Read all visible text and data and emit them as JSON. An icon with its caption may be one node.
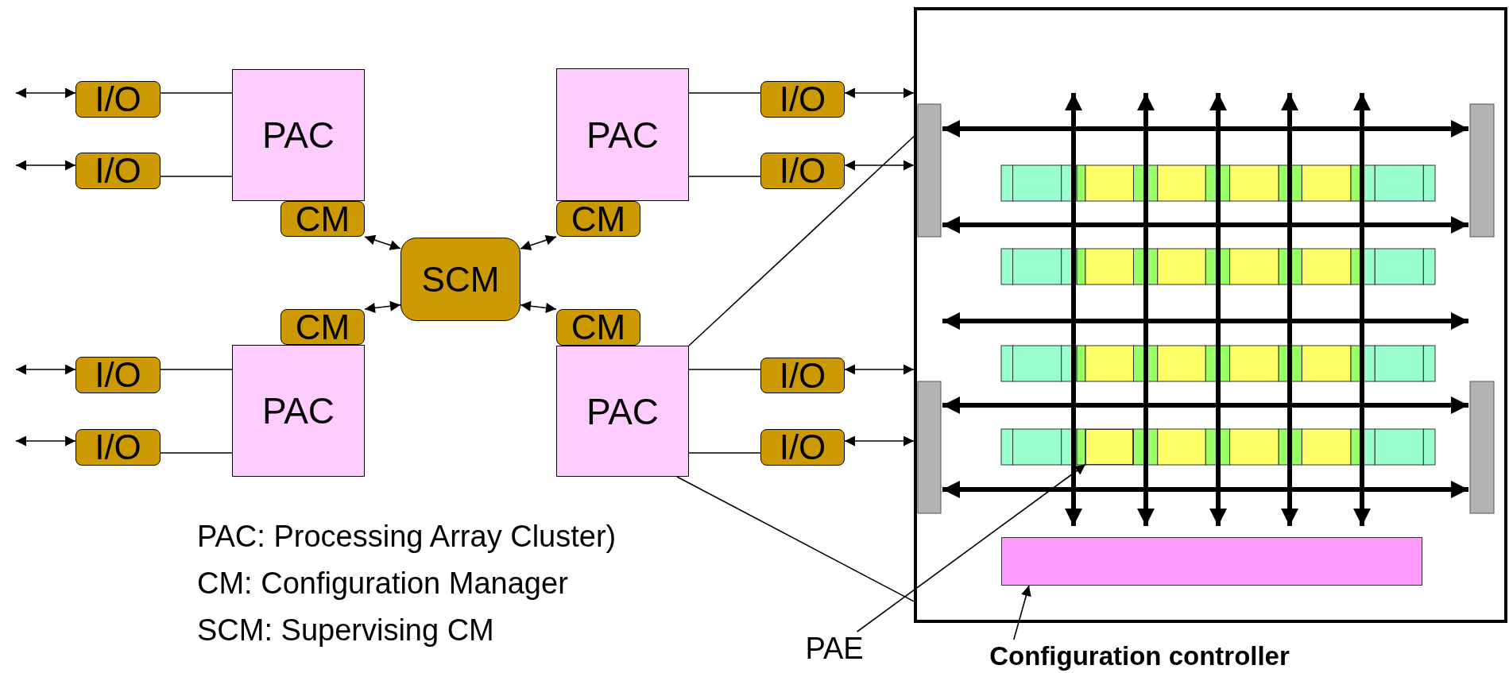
{
  "diagram": {
    "nodes": [
      {
        "text": [
          "I/O"
        ]
      },
      {
        "text": [
          "I/O"
        ]
      },
      {
        "text": [
          "PAC"
        ]
      },
      {
        "text": [
          "CM"
        ]
      },
      {
        "text": [
          "PAC"
        ]
      },
      {
        "text": [
          "CM"
        ]
      },
      {
        "text": [
          "I/O"
        ]
      },
      {
        "text": [
          "I/O"
        ]
      },
      {
        "text": [
          "SCM"
        ]
      },
      {
        "text": [
          "CM"
        ]
      },
      {
        "text": [
          "PAC"
        ]
      },
      {
        "text": [
          "I/O"
        ]
      },
      {
        "text": [
          "I/O"
        ]
      },
      {
        "text": [
          "CM"
        ]
      },
      {
        "text": [
          "PAC"
        ]
      },
      {
        "text": [
          "I/O"
        ]
      },
      {
        "text": [
          "I/O"
        ]
      },
      {
        "text": [],
        "shape": "box"
      },
      {
        "text": [],
        "shape": "box",
        "in": 17
      },
      {
        "text": [],
        "shape": "bar",
        "in": 17
      },
      {
        "text": [
          "PAE"
        ]
      },
      {
        "text": [
          "Configuration controller"
        ]
      }
    ],
    "edges": [
      {
        "from": null,
        "to": 0,
        "arrow": "both"
      },
      {
        "from": null,
        "to": 1,
        "arrow": "both"
      },
      {
        "from": 0,
        "to": 2,
        "arrow": "none"
      },
      {
        "from": 1,
        "to": 2,
        "arrow": "none"
      },
      {
        "from": 4,
        "to": 6,
        "arrow": "none"
      },
      {
        "from": 4,
        "to": 7,
        "arrow": "none"
      },
      {
        "from": 6,
        "to": 17,
        "arrow": "both"
      },
      {
        "from": 7,
        "to": 17,
        "arrow": "both"
      },
      {
        "from": 3,
        "to": 8,
        "arrow": "both"
      },
      {
        "from": 5,
        "to": 8,
        "arrow": "both"
      },
      {
        "from": 9,
        "to": 8,
        "arrow": "both"
      },
      {
        "from": 13,
        "to": 8,
        "arrow": "both"
      },
      {
        "from": null,
        "to": 11,
        "arrow": "both"
      },
      {
        "from": null,
        "to": 12,
        "arrow": "both"
      },
      {
        "from": 11,
        "to": 10,
        "arrow": "none"
      },
      {
        "from": 12,
        "to": 10,
        "arrow": "none"
      },
      {
        "from": 14,
        "to": 15,
        "arrow": "none"
      },
      {
        "from": 14,
        "to": 16,
        "arrow": "none"
      },
      {
        "from": 15,
        "to": 17,
        "arrow": "both"
      },
      {
        "from": 16,
        "to": 17,
        "arrow": "both"
      },
      {
        "from": 14,
        "to": 17,
        "arrow": "none"
      },
      {
        "from": 14,
        "to": 17,
        "arrow": "none"
      },
      {
        "from": 20,
        "to": 18,
        "arrow": "to"
      },
      {
        "from": 21,
        "to": 19,
        "arrow": "to"
      }
    ],
    "labels": [
      "PAC: Processing Array Cluster)",
      "CM: Configuration Manager",
      "SCM: Supervising CM"
    ]
  }
}
